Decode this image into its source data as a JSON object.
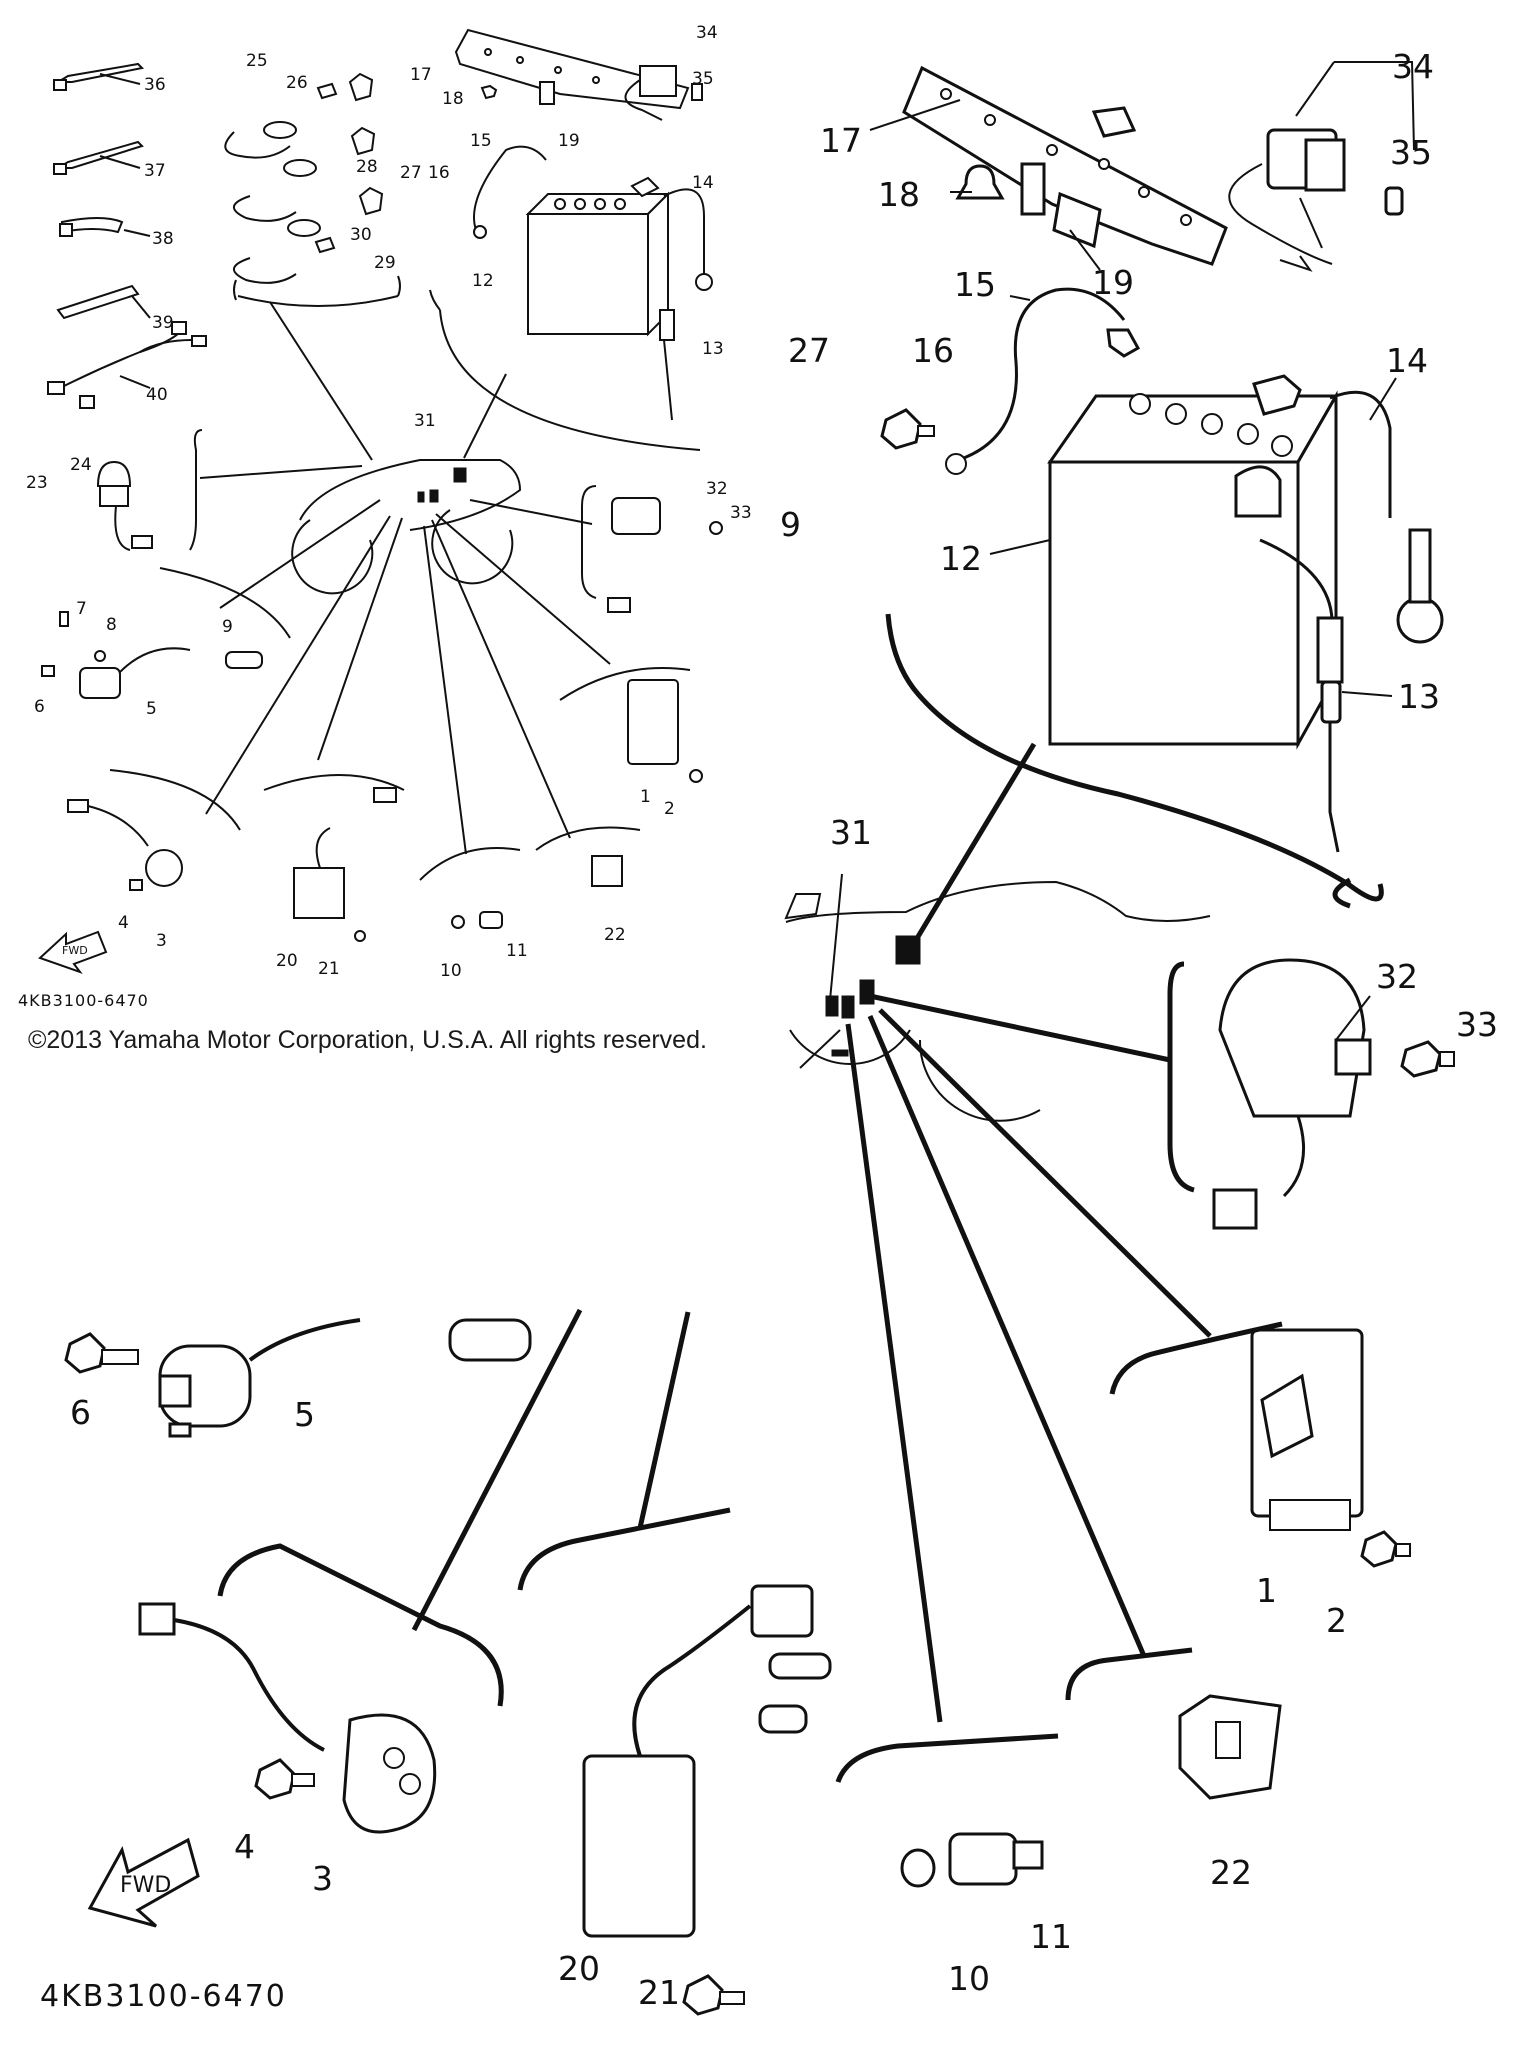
{
  "diagram": {
    "drawing_code": "4KB3100-6470",
    "copyright": "©2013 Yamaha Motor Corporation, U.S.A. All rights reserved.",
    "fwd_label": "FWD"
  },
  "overview_labels": {
    "p1": "1",
    "p2": "2",
    "p3": "3",
    "p4": "4",
    "p5": "5",
    "p6": "6",
    "p7": "7",
    "p8": "8",
    "p9": "9",
    "p10": "10",
    "p11": "11",
    "p12": "12",
    "p13": "13",
    "p14": "14",
    "p15": "15",
    "p16": "16",
    "p17": "17",
    "p18": "18",
    "p19": "19",
    "p20": "20",
    "p21": "21",
    "p22": "22",
    "p23": "23",
    "p24": "24",
    "p25": "25",
    "p26": "26",
    "p27": "27",
    "p28": "28",
    "p29": "29",
    "p30": "30",
    "p31": "31",
    "p32": "32",
    "p33": "33",
    "p34": "34",
    "p35": "35",
    "p36": "36",
    "p37": "37",
    "p38": "38",
    "p39": "39",
    "p40": "40"
  },
  "zoom_labels": {
    "p1": "1",
    "p2": "2",
    "p3": "3",
    "p4": "4",
    "p5": "5",
    "p6": "6",
    "p10": "10",
    "p11": "11",
    "p12": "12",
    "p13": "13",
    "p14": "14",
    "p15": "15",
    "p16": "16",
    "p17": "17",
    "p18": "18",
    "p19": "19",
    "p20": "20",
    "p21": "21",
    "p22": "22",
    "p27": "27",
    "p31": "31",
    "p32": "32",
    "p33": "33",
    "p34": "34",
    "p35": "35",
    "p9": "9"
  }
}
